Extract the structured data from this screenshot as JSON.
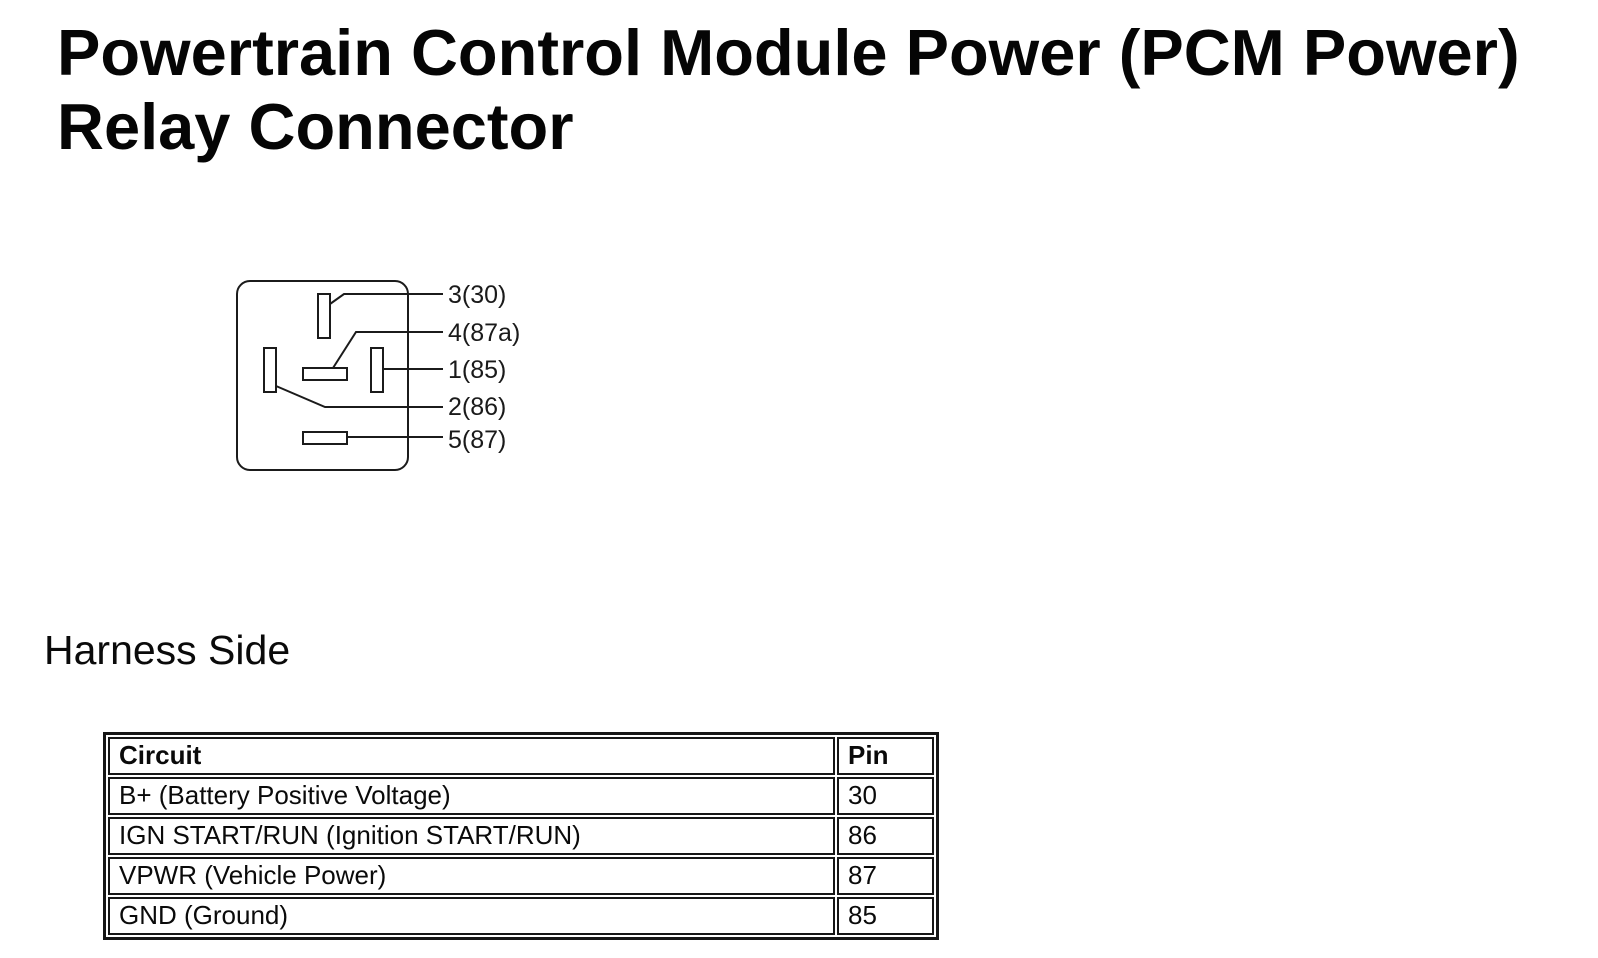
{
  "page": {
    "title": "Powertrain Control Module Power (PCM Power)\nRelay Connector"
  },
  "diagram": {
    "name": "pcm-power-relay-connector-pinout",
    "pin_labels": [
      {
        "text": "3(30)"
      },
      {
        "text": "4(87a)"
      },
      {
        "text": "1(85)"
      },
      {
        "text": "2(86)"
      },
      {
        "text": "5(87)"
      }
    ]
  },
  "section": {
    "harness_side_label": "Harness Side"
  },
  "table": {
    "headers": {
      "circuit": "Circuit",
      "pin": "Pin"
    },
    "rows": [
      {
        "circuit": "B+ (Battery Positive Voltage)",
        "pin": "30"
      },
      {
        "circuit": "IGN START/RUN (Ignition START/RUN)",
        "pin": "86"
      },
      {
        "circuit": "VPWR (Vehicle Power)",
        "pin": "87"
      },
      {
        "circuit": "GND (Ground)",
        "pin": "85"
      }
    ]
  },
  "colors": {
    "background": "#ffffff",
    "text": "#000000",
    "line": "#1a1a1a"
  }
}
